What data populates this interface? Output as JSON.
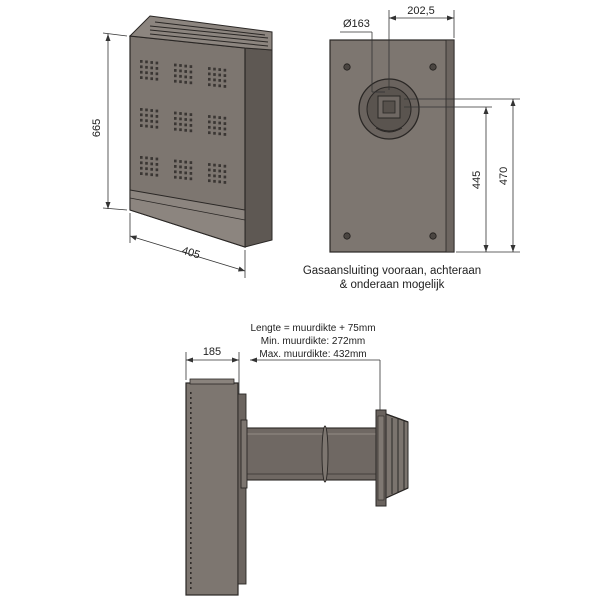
{
  "front_view": {
    "height_label": "665",
    "width_label": "405"
  },
  "rear_view": {
    "diameter_label": "Ø163",
    "offset_label": "202,5",
    "height_445_label": "445",
    "height_470_label": "470",
    "note_line1": "Gasaansluiting vooraan, achteraan",
    "note_line2": "& onderaan mogelijk"
  },
  "side_view": {
    "depth_label": "185",
    "length_line1": "Lengte = muurdikte + 75mm",
    "length_line2": "Min. muurdikte: 272mm",
    "length_line3": "Max. muurdikte: 432mm"
  },
  "colors": {
    "body": "#7d7670",
    "body_dark": "#5e5853",
    "outline": "#2a2725",
    "dimension": "#333333"
  }
}
